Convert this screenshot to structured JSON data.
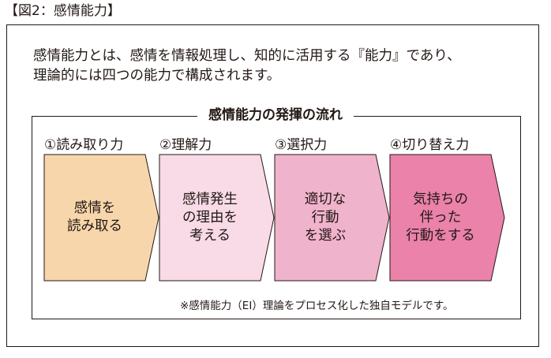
{
  "figure_title": "【図2：感情能力】",
  "intro_lines": [
    "感情能力とは、感情を情報処理し、知的に活用する『能力』であり、",
    "理論的には四つの能力で構成されます。"
  ],
  "flow_title": "感情能力の発揮の流れ",
  "steps": [
    {
      "label": "①読み取り力",
      "lines": [
        "感情を",
        "読み取る"
      ],
      "color": "#f8d6ab"
    },
    {
      "label": "②理解力",
      "lines": [
        "感情発生",
        "の理由を",
        "考える"
      ],
      "color": "#f8dbe6"
    },
    {
      "label": "③選択力",
      "lines": [
        "適切な",
        "行動",
        "を選ぶ"
      ],
      "color": "#f0b3cc"
    },
    {
      "label": "④切り替え力",
      "lines": [
        "気持ちの",
        "伴った",
        "行動をする"
      ],
      "color": "#ea82aa"
    }
  ],
  "footnote": "※感情能力（EI）理論をプロセス化した独自モデルです。"
}
